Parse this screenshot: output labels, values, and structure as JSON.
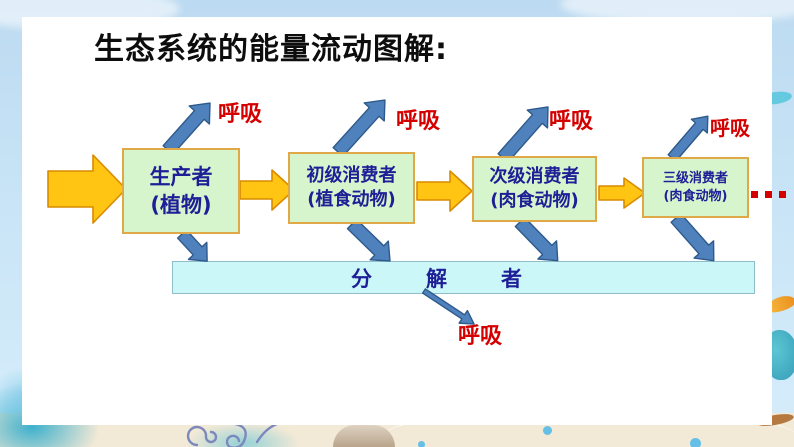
{
  "slide": {
    "title": "生态系统的能量流动图解:",
    "chain": [
      {
        "line1": "生产者",
        "line2": "(植物)"
      },
      {
        "line1": "初级消费者",
        "line2": "(植食动物)"
      },
      {
        "line1": "次级消费者",
        "line2": "(肉食动物)"
      },
      {
        "line1": "三级消费者",
        "line2": "(肉食动物)"
      }
    ],
    "decomposer_label": "分解者",
    "respiration_labels": [
      "呼吸",
      "呼吸",
      "呼吸",
      "呼吸",
      "呼吸"
    ],
    "ellipsis_dot_count": 3
  },
  "icons": {
    "energy-input-arrow": "→ thick yellow arrow entering producer box",
    "transfer-arrow": "→ yellow arrow between trophic levels",
    "respiration-arrow": "↗ thick blue arrow to respiration label",
    "to-decomposer-arrow": "↘ thick blue arrow into decomposer bar",
    "decomposer-respiration-arrow": "↘ thin blue arrow from decomposer to respiration",
    "continuation-dots": "■ ■ ■"
  },
  "colors": {
    "background_blue": "#c9e2f3",
    "panel_white": "#ffffff",
    "box_fill": "#d6f5cd",
    "box_border": "#dfa947",
    "bar_fill": "#ccf7f8",
    "bar_border": "#8fbdc8",
    "arrow_yellow": "#ffc512",
    "arrow_yellow_stroke": "#d98b00",
    "arrow_blue": "#4f81bd",
    "arrow_blue_stroke": "#2e5a8b",
    "text_navy": "#1e1e96",
    "label_red": "#d40000",
    "title_black": "#0d0d0d",
    "sand": "#f2e9d6"
  }
}
